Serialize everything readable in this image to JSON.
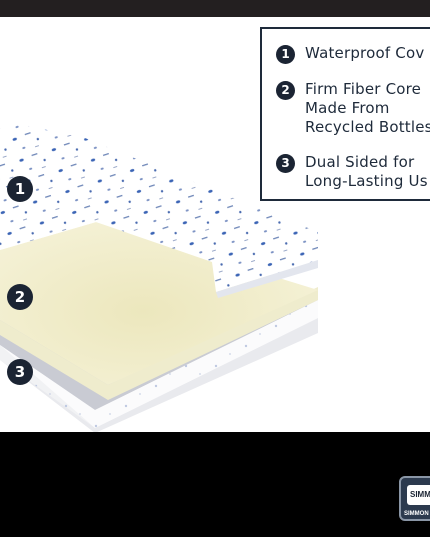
{
  "legend": {
    "items": [
      {
        "number": "1",
        "lines": [
          "Waterproof Cov"
        ]
      },
      {
        "number": "2",
        "lines": [
          "Firm Fiber Core",
          "Made From",
          "Recycled Bottles"
        ]
      },
      {
        "number": "3",
        "lines": [
          "Dual Sided for",
          "Long-Lasting Us"
        ]
      }
    ]
  },
  "callouts": {
    "cover": "1",
    "core": "2",
    "base": "3"
  },
  "brand": {
    "name": "SIMM",
    "sub": "SIMMON"
  },
  "colors": {
    "navy": "#1b2433",
    "foam": "#f2efcf",
    "cover_pattern": "#3b64b5",
    "base_grey": "#c9cbd3"
  }
}
